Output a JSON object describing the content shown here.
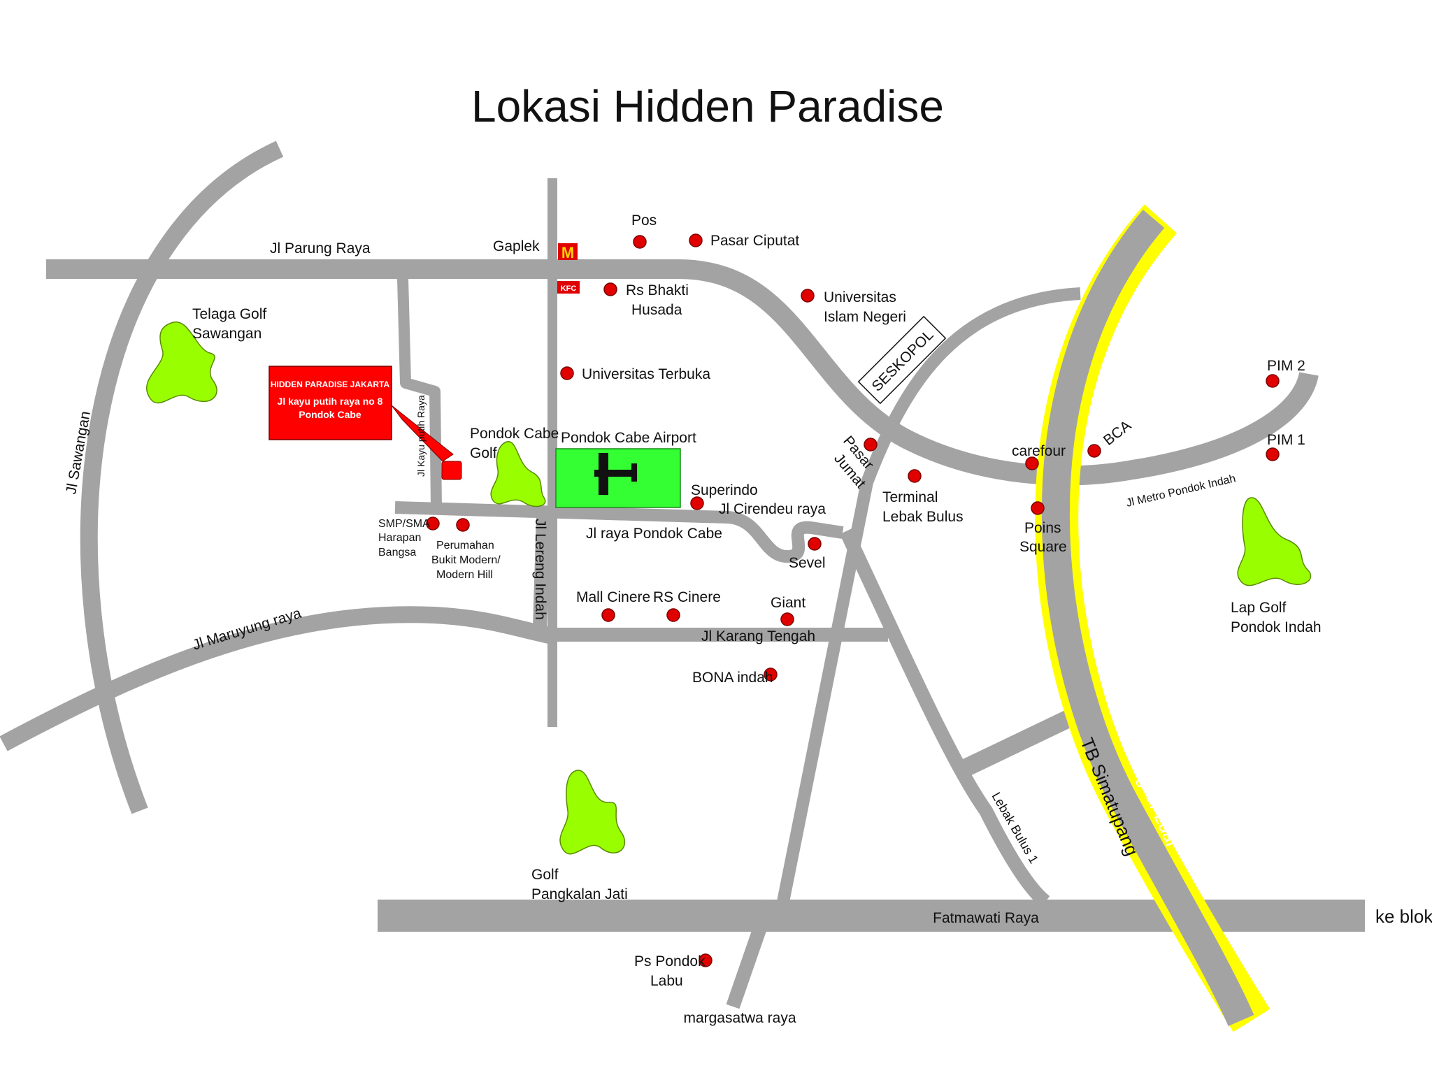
{
  "title": "Lokasi Hidden Paradise",
  "colors": {
    "road": "#a3a3a3",
    "toll_outer": "#ffff00",
    "poi": "#e10000",
    "golf": "#99ff00",
    "airport": "#33ff33",
    "callout": "#ff0000",
    "mcd_box": "#e00000",
    "mcd_arches": "#ffd400"
  },
  "roads": {
    "parung": "Jl Parung Raya",
    "sawangan": "Jl Sawangan",
    "kayu_putih": "Jl Kayu putih Raya",
    "lereng": "Jl Lereng Indah",
    "raya_pondok_cabe": "Jl raya Pondok Cabe",
    "cirendeu": "Jl Cirendeu raya",
    "maruyung": "Jl Maruyung raya",
    "karang_tengah": "Jl Karang Tengah",
    "metro_pondok_indah": "Jl Metro Pondok Indah",
    "lebak_bulus_1": "Lebak Bulus 1",
    "tb_simatupang": "TB Simatupang",
    "tol": "TOL Lingkar Luar",
    "fatmawati": "Fatmawati Raya",
    "margasatwa": "margasatwa raya",
    "ke_blok_a": "ke blok A"
  },
  "callout": {
    "line1": "HIDDEN PARADISE JAKARTA",
    "line2": "Jl kayu putih raya no 8",
    "line3": "Pondok Cabe"
  },
  "brands": {
    "mcd": "M",
    "kfc": "KFC"
  },
  "places": {
    "gaplek": "Gaplek",
    "pos": "Pos",
    "pasar_ciputat": "Pasar Ciputat",
    "rs_bhakti_1": "Rs Bhakti",
    "rs_bhakti_2": "Husada",
    "uin_1": "Universitas",
    "uin_2": "Islam Negeri",
    "seskopol": "SESKOPOL",
    "univ_terbuka": "Universitas Terbuka",
    "pondok_cabe_golf_1": "Pondok Cabe",
    "pondok_cabe_golf_2": "Golf",
    "airport": "Pondok Cabe Airport",
    "superindo": "Superindo",
    "pasar_jumat_1": "Pasar",
    "pasar_jumat_2": "Jumat",
    "terminal_1": "Terminal",
    "terminal_2": "Lebak Bulus",
    "carefour": "carefour",
    "bca": "BCA",
    "pim2": "PIM 2",
    "pim1": "PIM 1",
    "poins_1": "Poins",
    "poins_2": "Square",
    "telaga_golf_1": "Telaga Golf",
    "telaga_golf_2": "Sawangan",
    "smp_1": "SMP/SMA",
    "smp_2": "Harapan",
    "smp_3": "Bangsa",
    "perumahan_1": "Perumahan",
    "perumahan_2": "Bukit Modern/",
    "perumahan_3": "Modern Hill",
    "sevel": "Sevel",
    "mall_cinere": "Mall Cinere",
    "rs_cinere": "RS Cinere",
    "giant": "Giant",
    "bona": "BONA indah",
    "lap_golf_1": "Lap Golf",
    "lap_golf_2": "Pondok Indah",
    "golf_pj_1": "Golf",
    "golf_pj_2": "Pangkalan Jati",
    "ps_pondok_labu_1": "Ps Pondok",
    "ps_pondok_labu_2": "Labu"
  }
}
